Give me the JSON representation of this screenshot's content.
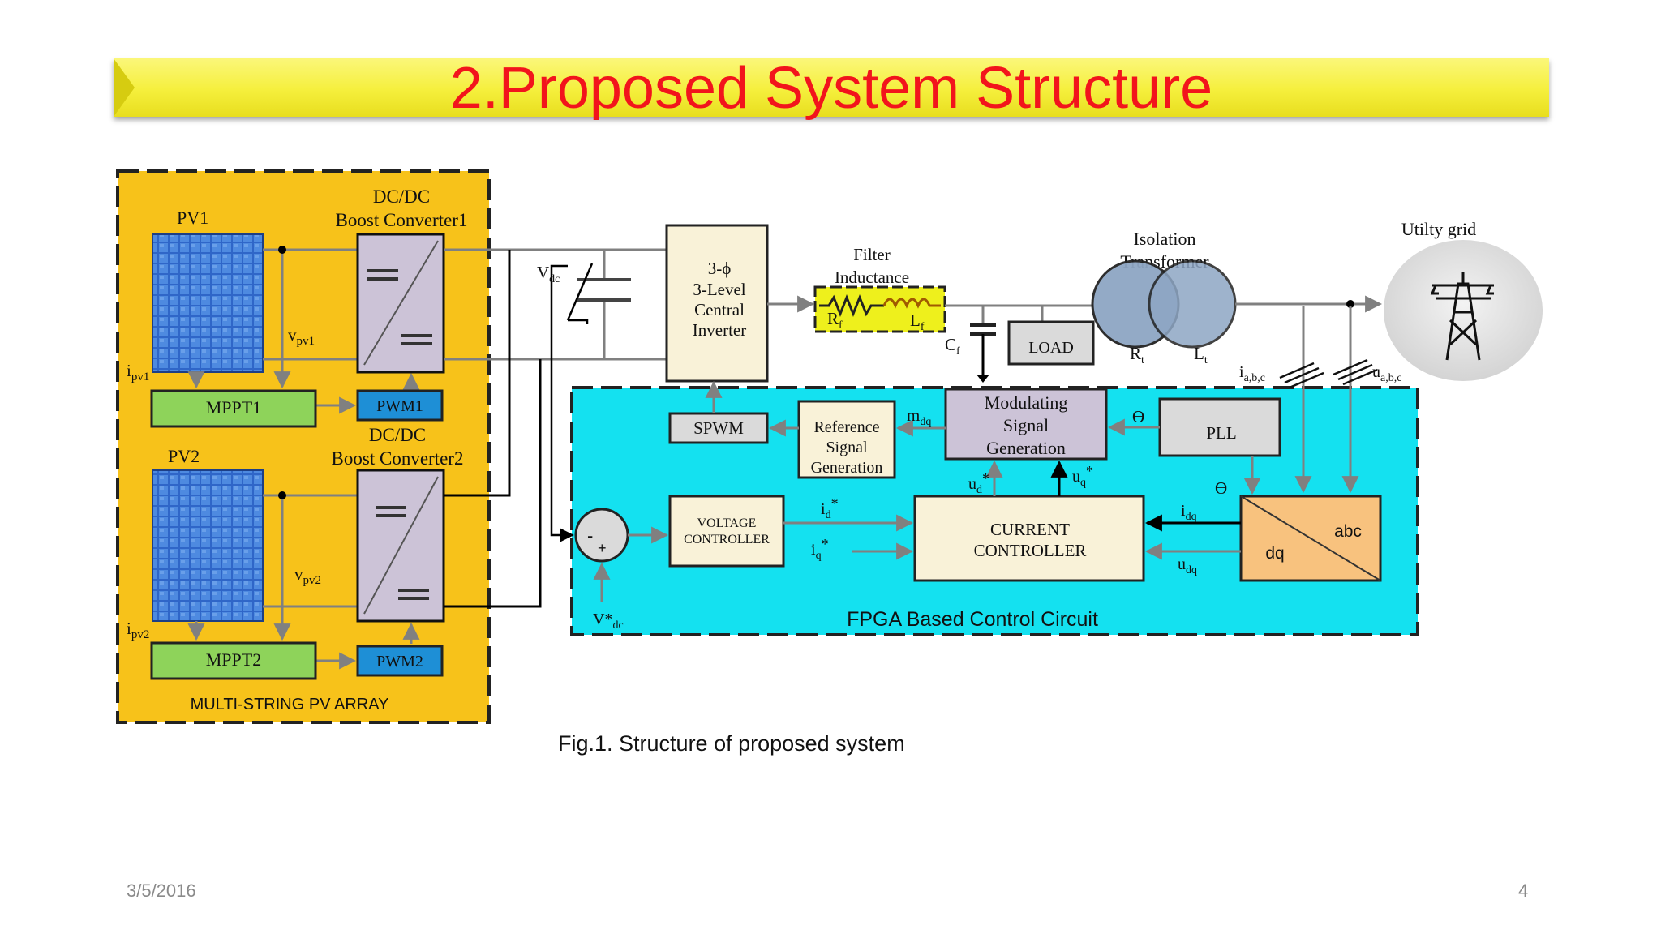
{
  "slide": {
    "title": "2.Proposed System Structure",
    "caption": "Fig.1. Structure of proposed system",
    "date": "3/5/2016",
    "page_number": "4"
  },
  "pv_array": {
    "region_label": "MULTI-STRING PV ARRAY",
    "pv1": "PV1",
    "pv2": "PV2",
    "conv1_line1": "DC/DC",
    "conv1_line2": "Boost Converter1",
    "conv2_line1": "DC/DC",
    "conv2_line2": "Boost Converter2",
    "vpv1": {
      "main": "v",
      "sub": "pv1"
    },
    "vpv2": {
      "main": "v",
      "sub": "pv2"
    },
    "ipv1": {
      "main": "i",
      "sub": "pv1"
    },
    "ipv2": {
      "main": "i",
      "sub": "pv2"
    },
    "mppt1": "MPPT1",
    "mppt2": "MPPT2",
    "pwm1": "PWM1",
    "pwm2": "PWM2"
  },
  "power_stage": {
    "vdc": {
      "main": "V",
      "sub": "dc"
    },
    "inverter_lines": [
      "3-ϕ",
      "3-Level",
      "Central",
      "Inverter"
    ],
    "filter_line1": "Filter",
    "filter_line2": "Inductance",
    "rf": {
      "main": "R",
      "sub": "f"
    },
    "lf": {
      "main": "L",
      "sub": "f"
    },
    "cf": {
      "main": "C",
      "sub": "f"
    },
    "load": "LOAD",
    "transformer_line1": "Isolation",
    "transformer_line2": "Transformer",
    "rt": {
      "main": "R",
      "sub": "t"
    },
    "lt": {
      "main": "L",
      "sub": "t"
    },
    "grid": "Utilty grid",
    "iabc": {
      "main": "i",
      "sub": "a,b,c"
    },
    "uabc": {
      "main": "u",
      "sub": "a,b,c"
    }
  },
  "control": {
    "region_label": "FPGA Based Control Circuit",
    "spwm": "SPWM",
    "reference_lines": [
      "Reference",
      "Signal",
      "Generation"
    ],
    "modulating_lines": [
      "Modulating",
      "Signal",
      "Generation"
    ],
    "pll": "PLL",
    "voltage_controller_lines": [
      "VOLTAGE",
      "CONTROLLER"
    ],
    "current_controller_lines": [
      "CURRENT",
      "CONTROLLER"
    ],
    "abc": "abc",
    "dq": "dq",
    "theta": "ϴ",
    "mdq": {
      "main": "m",
      "sub": "dq"
    },
    "ud_star": {
      "main": "u",
      "sub": "d",
      "sup": "*"
    },
    "uq_star": {
      "main": "u",
      "sub": "q",
      "sup": "*"
    },
    "id_star": {
      "main": "i",
      "sub": "d",
      "sup": "*"
    },
    "iq_star": {
      "main": "i",
      "sub": "q",
      "sup": "*"
    },
    "idq": {
      "main": "i",
      "sub": "dq"
    },
    "udq": {
      "main": "u",
      "sub": "dq"
    },
    "vdc_ref": {
      "main": "V*",
      "sub": "dc"
    },
    "minus": "-",
    "plus": "+"
  },
  "colors": {
    "title_text": "#f2141c",
    "title_band": "#f5ef3c",
    "pv_region": "#f7c21a",
    "control_region": "#14e1f0",
    "mppt_box": "#8ed35a",
    "pwm_box": "#1e8fd6",
    "converter_box": "#ccc3d7",
    "inverter_box": "#f9f2d8",
    "filter_box": "#eef01c",
    "transformer": "#8ea6c4",
    "abc_dq_box": "#f8c27e",
    "grid_circle": "#dcdcdc"
  },
  "icons": {
    "pv_panel": "solar-panel-icon",
    "transmission_tower": "transmission-tower-icon"
  }
}
